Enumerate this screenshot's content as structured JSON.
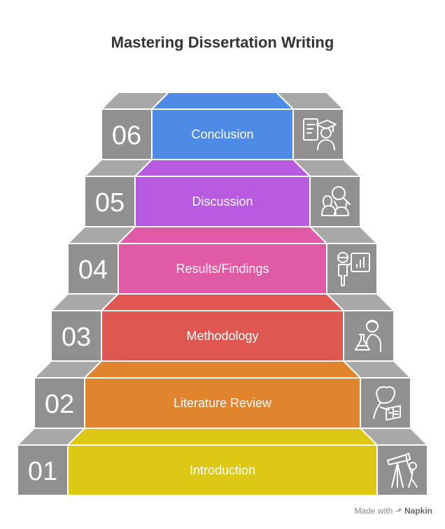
{
  "title": "Mastering Dissertation Writing",
  "colors": {
    "side_face": "#909090",
    "side_top": "#a8a8a8",
    "steps": [
      "#ddc815",
      "#e0852e",
      "#e05751",
      "#e05aa5",
      "#b85be1",
      "#4d8be6"
    ]
  },
  "steps": [
    {
      "number": "01",
      "label": "Introduction",
      "icon": "telescope-person-icon"
    },
    {
      "number": "02",
      "label": "Literature Review",
      "icon": "reading-person-icon"
    },
    {
      "number": "03",
      "label": "Methodology",
      "icon": "scientist-flask-icon"
    },
    {
      "number": "04",
      "label": "Results/Findings",
      "icon": "presenter-chart-icon"
    },
    {
      "number": "05",
      "label": "Discussion",
      "icon": "people-search-icon"
    },
    {
      "number": "06",
      "label": "Conclusion",
      "icon": "graduate-document-icon"
    }
  ],
  "footer": {
    "made_with": "Made with",
    "brand": "Napkin"
  }
}
